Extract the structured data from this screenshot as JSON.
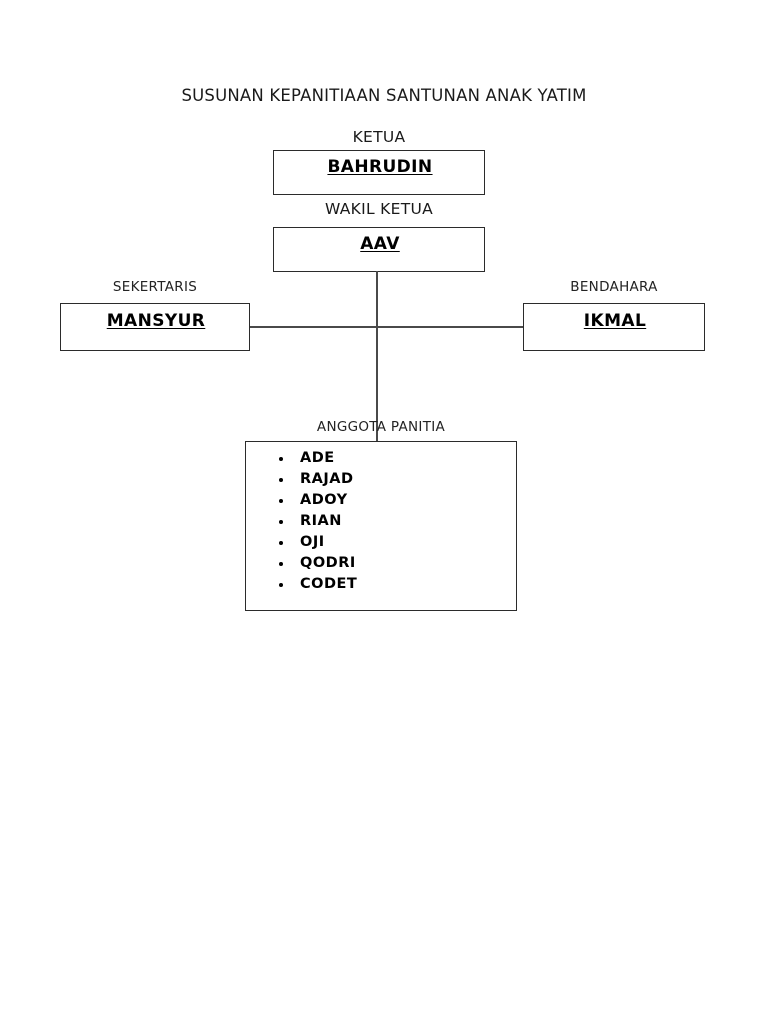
{
  "document": {
    "title": "SUSUNAN KEPANITIAAN SANTUNAN ANAK YATIM"
  },
  "org_chart": {
    "ketua": {
      "label": "KETUA",
      "name": "BAHRUDIN"
    },
    "wakil_ketua": {
      "label": "WAKIL KETUA",
      "name": "AAV"
    },
    "sekertaris": {
      "label": "SEKERTARIS",
      "name": "MANSYUR"
    },
    "bendahara": {
      "label": "BENDAHARA",
      "name": "IKMAL"
    },
    "anggota_panitia": {
      "label": "ANGGOTA PANITIA",
      "members": [
        "ADE",
        "RAJAD",
        "ADOY",
        "RIAN",
        "OJI",
        "QODRI",
        "CODET"
      ]
    }
  },
  "colors": {
    "background": "#ffffff",
    "text": "#000000",
    "box_border": "#2b2b2b",
    "connector": "#4a4a4a"
  }
}
